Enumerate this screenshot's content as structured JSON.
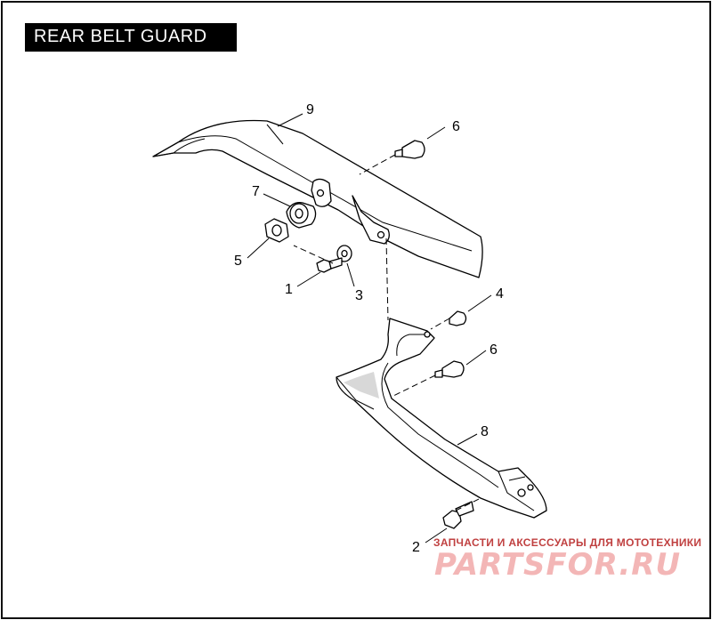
{
  "title": "REAR BELT GUARD",
  "callouts": {
    "c1": "1",
    "c2": "2",
    "c3": "3",
    "c4": "4",
    "c5": "5",
    "c6a": "6",
    "c6b": "6",
    "c7": "7",
    "c8": "8",
    "c9": "9"
  },
  "watermark": {
    "tagline": "ЗАПЧАСТИ И АКСЕССУАРЫ ДЛЯ МОТОТЕХНИКИ",
    "brand": "PARTSFOR.RU"
  }
}
